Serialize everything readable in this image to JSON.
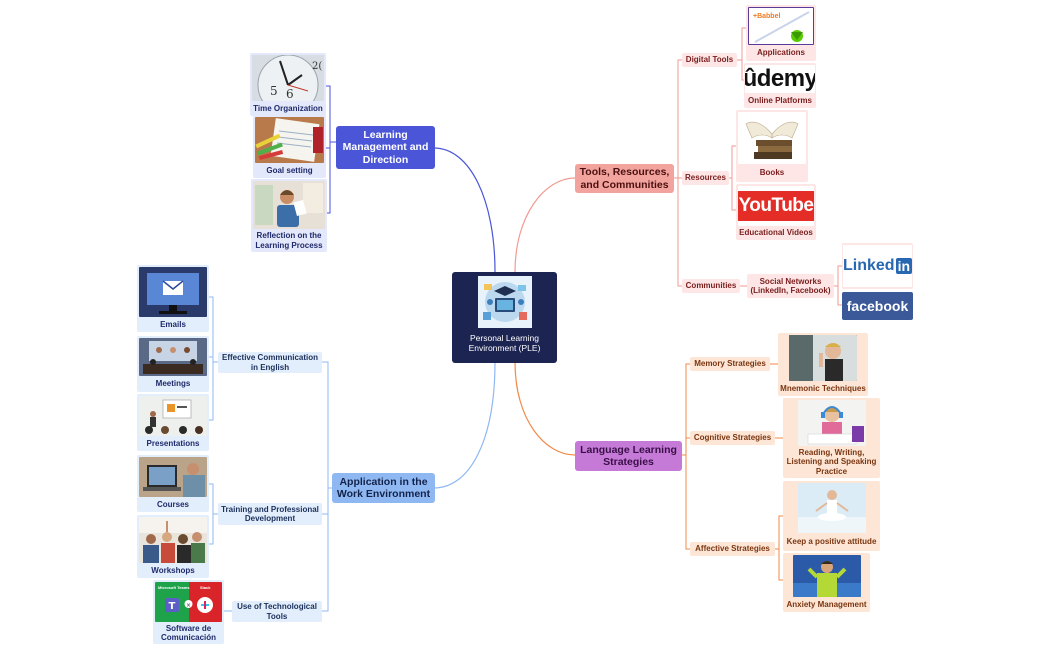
{
  "center": {
    "label": "Personal Learning Environment (PLE)"
  },
  "branches": {
    "learning_management": {
      "label": "Learning Management and Direction",
      "items": [
        {
          "label": "Time Organization",
          "icon": "clock-image"
        },
        {
          "label": "Goal setting",
          "icon": "notebook-image"
        },
        {
          "label": "Reflection on the Learning Process",
          "icon": "person-reading-image"
        }
      ]
    },
    "work_environment": {
      "label": "Application in the Work Environment",
      "sub": [
        {
          "label": "Effective Communication in English",
          "items": [
            {
              "label": "Emails",
              "icon": "email-monitor-image"
            },
            {
              "label": "Meetings",
              "icon": "video-meeting-image"
            },
            {
              "label": "Presentations",
              "icon": "presentation-image"
            }
          ]
        },
        {
          "label": "Training and Professional Development",
          "items": [
            {
              "label": "Courses",
              "icon": "laptop-course-image"
            },
            {
              "label": "Workshops",
              "icon": "workshop-image"
            }
          ]
        },
        {
          "label": "Use of Technological Tools",
          "items": [
            {
              "label": "Software de Comunicación",
              "icon": "teams-slack-image",
              "logo_left": "Microsoft Teams",
              "logo_right": "Slack"
            }
          ]
        }
      ]
    },
    "tools": {
      "label": "Tools, Resources, and Communities",
      "sub": [
        {
          "label": "Digital Tools",
          "items": [
            {
              "label": "Applications",
              "icon": "babbel-duolingo-image",
              "logo_text": "+Babbel"
            },
            {
              "label": "Online Platforms",
              "icon": "udemy-logo",
              "logo_text": "ûdemy"
            }
          ]
        },
        {
          "label": "Resources",
          "items": [
            {
              "label": "Books",
              "icon": "books-image"
            },
            {
              "label": "Educational Videos",
              "icon": "youtube-logo",
              "logo_text": "YouTube"
            }
          ]
        },
        {
          "label": "Communities",
          "items": [
            {
              "label": "Social Networks (LinkedIn, Facebook)",
              "icons": [
                "linkedin-logo",
                "facebook-logo"
              ],
              "linkedin_text": "Linked",
              "linkedin_in": "in",
              "facebook_text": "facebook"
            }
          ]
        }
      ]
    },
    "language_strategies": {
      "label": "Language Learning Strategies",
      "sub": [
        {
          "label": "Memory Strategies",
          "items": [
            {
              "label": "Mnemonic Techniques",
              "icon": "thinking-man-image"
            }
          ]
        },
        {
          "label": "Cognitive Strategies",
          "items": [
            {
              "label": "Reading, Writing, Listening and Speaking Practice",
              "icon": "student-headphones-image"
            }
          ]
        },
        {
          "label": "Affective Strategies",
          "items": [
            {
              "label": "Keep a positive attitude",
              "icon": "meditation-image"
            },
            {
              "label": "Anxiety Management",
              "icon": "calm-man-image"
            }
          ]
        }
      ]
    }
  },
  "colors": {
    "center": "#1c2452",
    "learning_management": "#4a55d8",
    "work_environment": "#8fb8f2",
    "tools": "#f3a39d",
    "language_strategies": "#c47ad6",
    "line_blue": "#4a55d8",
    "line_lblue": "#8fb8f2",
    "line_pink": "#f29a92",
    "line_orange": "#f08a4a"
  }
}
